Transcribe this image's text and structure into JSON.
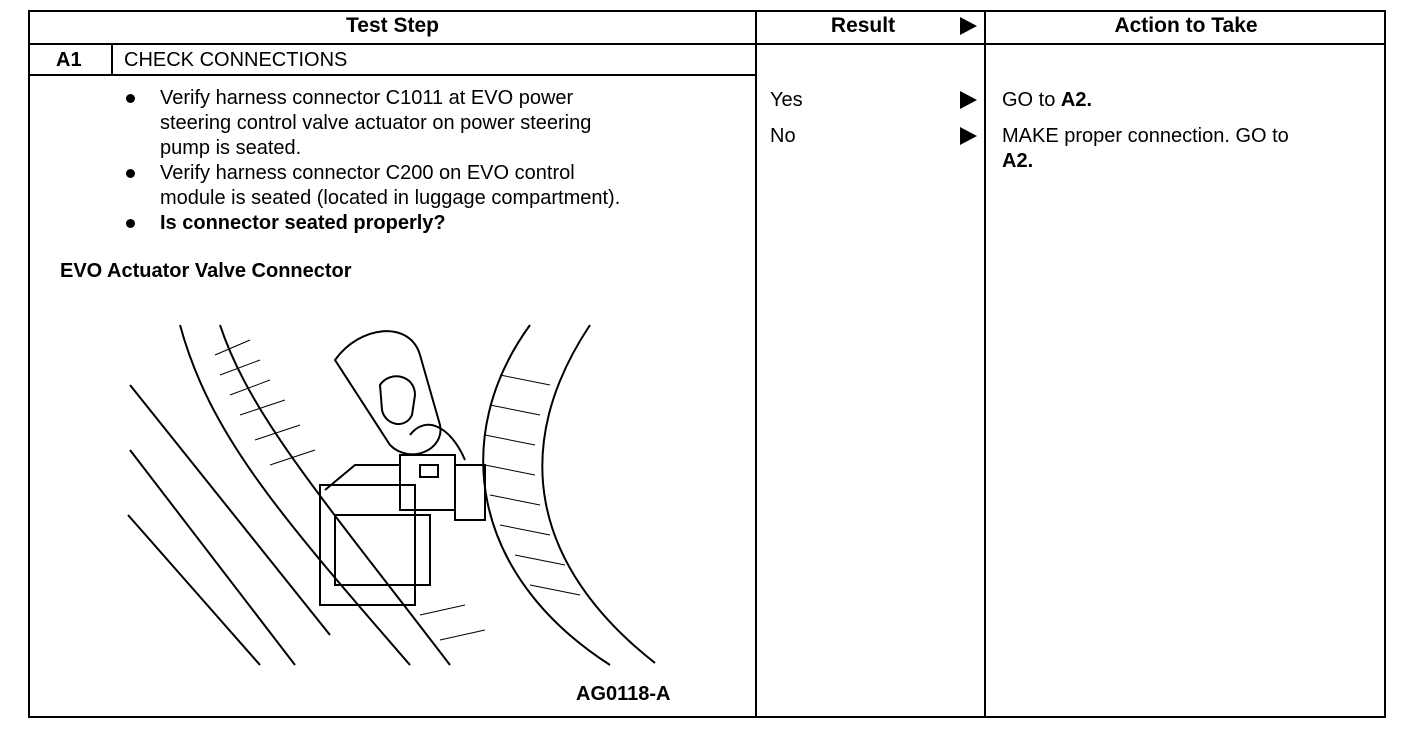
{
  "header": {
    "test_step": "Test Step",
    "result": "Result",
    "action": "Action to Take"
  },
  "step": {
    "id": "A1",
    "title": "CHECK CONNECTIONS",
    "bullet1_l1": "Verify harness connector C1011 at EVO power",
    "bullet1_l2": "steering control valve actuator on power steering",
    "bullet1_l3": "pump is seated.",
    "bullet2_l1": "Verify harness connector C200 on EVO control",
    "bullet2_l2": "module is seated (located in luggage compartment).",
    "bullet3": "Is connector seated properly?",
    "figure_caption": "EVO Actuator Valve Connector",
    "figure_id": "AG0118-A"
  },
  "results": {
    "yes": "Yes",
    "no": "No"
  },
  "actions": {
    "yes_prefix": "GO to ",
    "yes_target": "A2.",
    "no_l1": "MAKE proper connection. GO to",
    "no_target": "A2."
  },
  "icons": {
    "result_arrow": "right-triangle-arrow",
    "bullet": "filled-circle-bullet"
  }
}
